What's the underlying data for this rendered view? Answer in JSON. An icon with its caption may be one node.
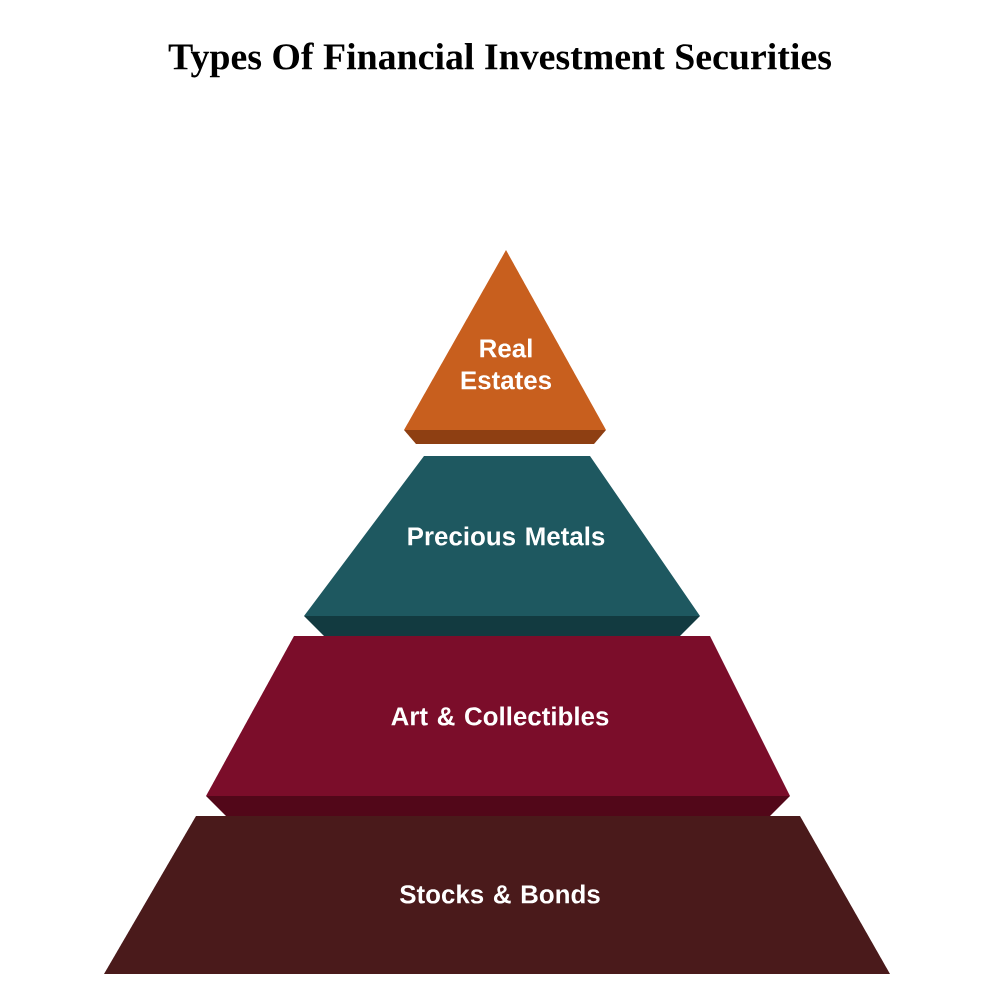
{
  "diagram": {
    "title": "Types Of Financial Investment Securities",
    "nodes": [
      {
        "text": [
          "Real Estates"
        ]
      },
      {
        "text": [
          "Precious Metals"
        ]
      },
      {
        "text": [
          "Art & Collectibles"
        ]
      },
      {
        "text": [
          "Stocks & Bonds"
        ]
      }
    ]
  }
}
